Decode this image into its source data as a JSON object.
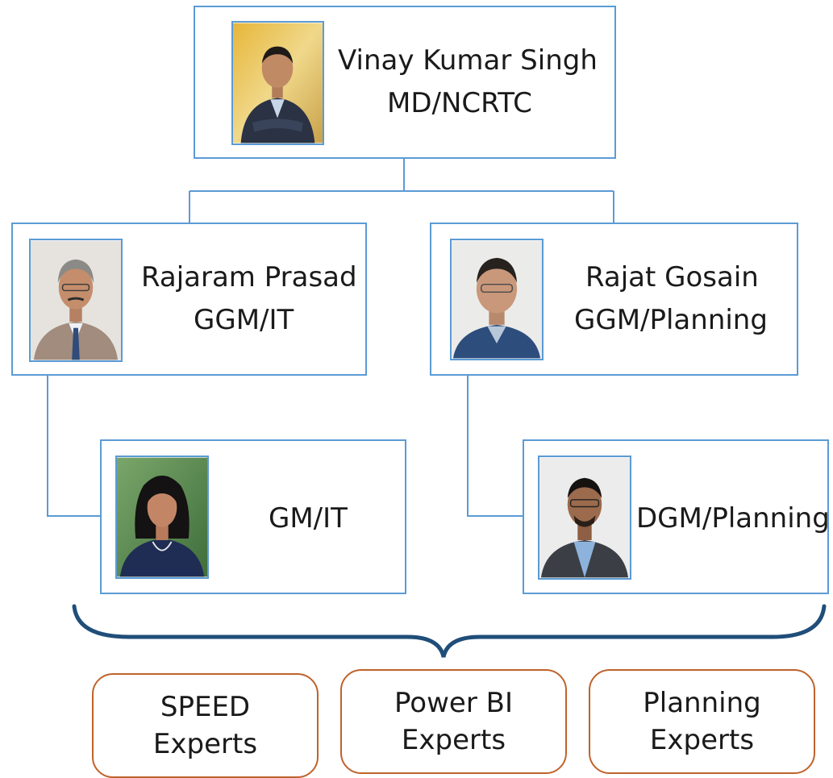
{
  "top": {
    "name": "Vinay Kumar Singh",
    "role": "MD/NCRTC"
  },
  "level2": [
    {
      "name": "Rajaram Prasad",
      "role": "GGM/IT"
    },
    {
      "name": "Rajat Gosain",
      "role": "GGM/Planning"
    }
  ],
  "level3": [
    {
      "role": "GM/IT"
    },
    {
      "role": "DGM/Planning"
    }
  ],
  "experts": [
    {
      "line1": "SPEED",
      "line2": "Experts"
    },
    {
      "line1": "Power BI",
      "line2": "Experts"
    },
    {
      "line1": "Planning",
      "line2": "Experts"
    }
  ],
  "colors": {
    "box_border": "#5b9bd5",
    "brace": "#1f4e79",
    "expert_border": "#c0622b"
  }
}
